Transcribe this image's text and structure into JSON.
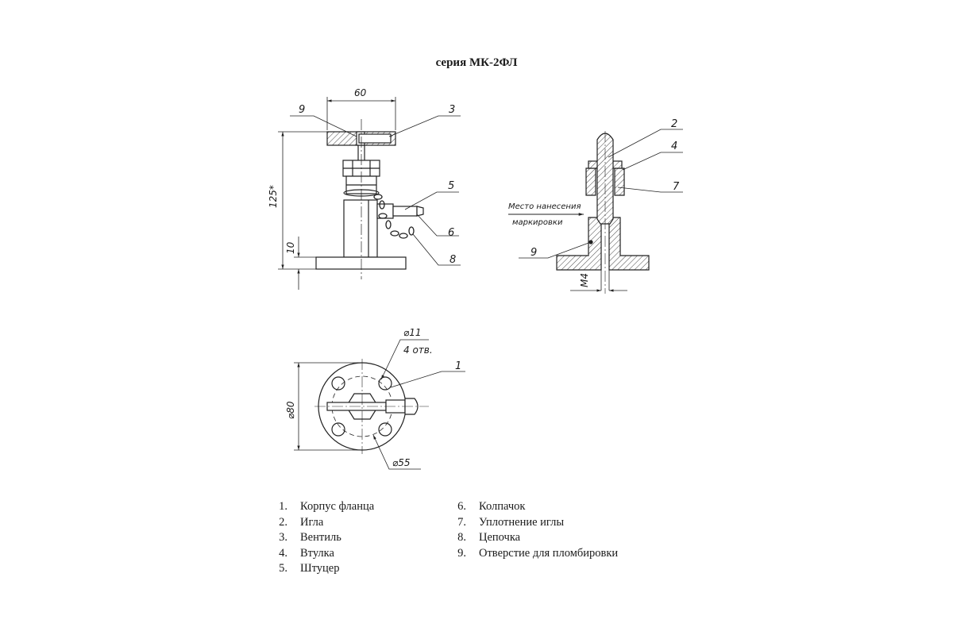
{
  "title": "серия МК-2ФЛ",
  "callouts": {
    "front": [
      "9",
      "3",
      "5",
      "6",
      "8"
    ],
    "section": [
      "2",
      "4",
      "7",
      "9"
    ],
    "plan": [
      "1"
    ]
  },
  "dimensions": {
    "front_width": "60",
    "front_height": "125*",
    "base_thickness": "10",
    "thread": "M4",
    "hole_diameter": "⌀11",
    "hole_count": "4 отв.",
    "flange_diameter": "⌀80",
    "bolt_circle": "⌀55"
  },
  "annotation": {
    "line1": "Место нанесения",
    "line2": "маркировки"
  },
  "legend_left": [
    {
      "num": "1.",
      "text": "Корпус фланца"
    },
    {
      "num": "2.",
      "text": "Игла"
    },
    {
      "num": "3.",
      "text": "Вентиль"
    },
    {
      "num": "4.",
      "text": "Втулка"
    },
    {
      "num": "5.",
      "text": "Штуцер"
    }
  ],
  "legend_right": [
    {
      "num": "6.",
      "text": "Колпачок"
    },
    {
      "num": "7.",
      "text": "Уплотнение иглы"
    },
    {
      "num": "8.",
      "text": "Цепочка"
    },
    {
      "num": "9.",
      "text": "Отверстие для пломбировки"
    }
  ]
}
